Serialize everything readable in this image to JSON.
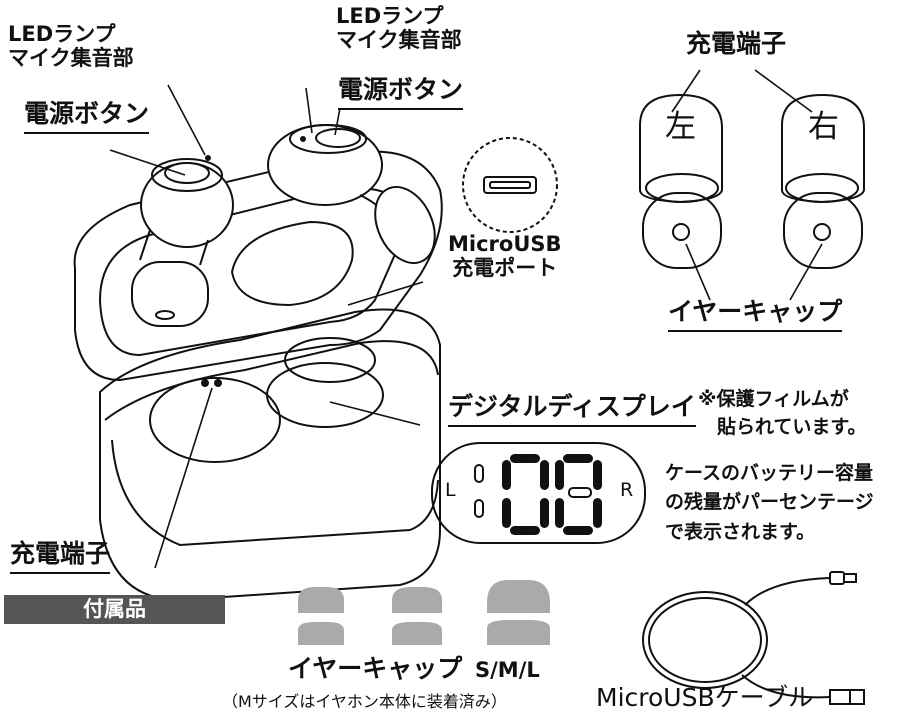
{
  "labels": {
    "led_mic_left": "LEDランプ\nマイク集音部",
    "power_left": "電源ボタン",
    "led_mic_right": "LEDランプ\nマイク集音部",
    "power_right": "電源ボタン",
    "usb_port": "MicroUSB\n充電ポート",
    "charge_terminal_top": "充電端子",
    "left_char": "左",
    "right_char": "右",
    "ear_cap_top": "イヤーキャップ",
    "display": "デジタルディスプレイ",
    "film_note": "※保護フィルムが\n　貼られています。",
    "battery_note": "ケースのバッテリー容量\nの残量がパーセンテージ\nで表示されます。",
    "display_L": "L",
    "display_R": "R",
    "charge_terminal_bottom": "充電端子",
    "accessories": "付属品",
    "ear_cap_bottom": "イヤーキャップ",
    "sizes": "S/M/L",
    "size_note": "（Mサイズはイヤホン本体に装着済み）",
    "cable": "MicroUSBケーブル"
  }
}
